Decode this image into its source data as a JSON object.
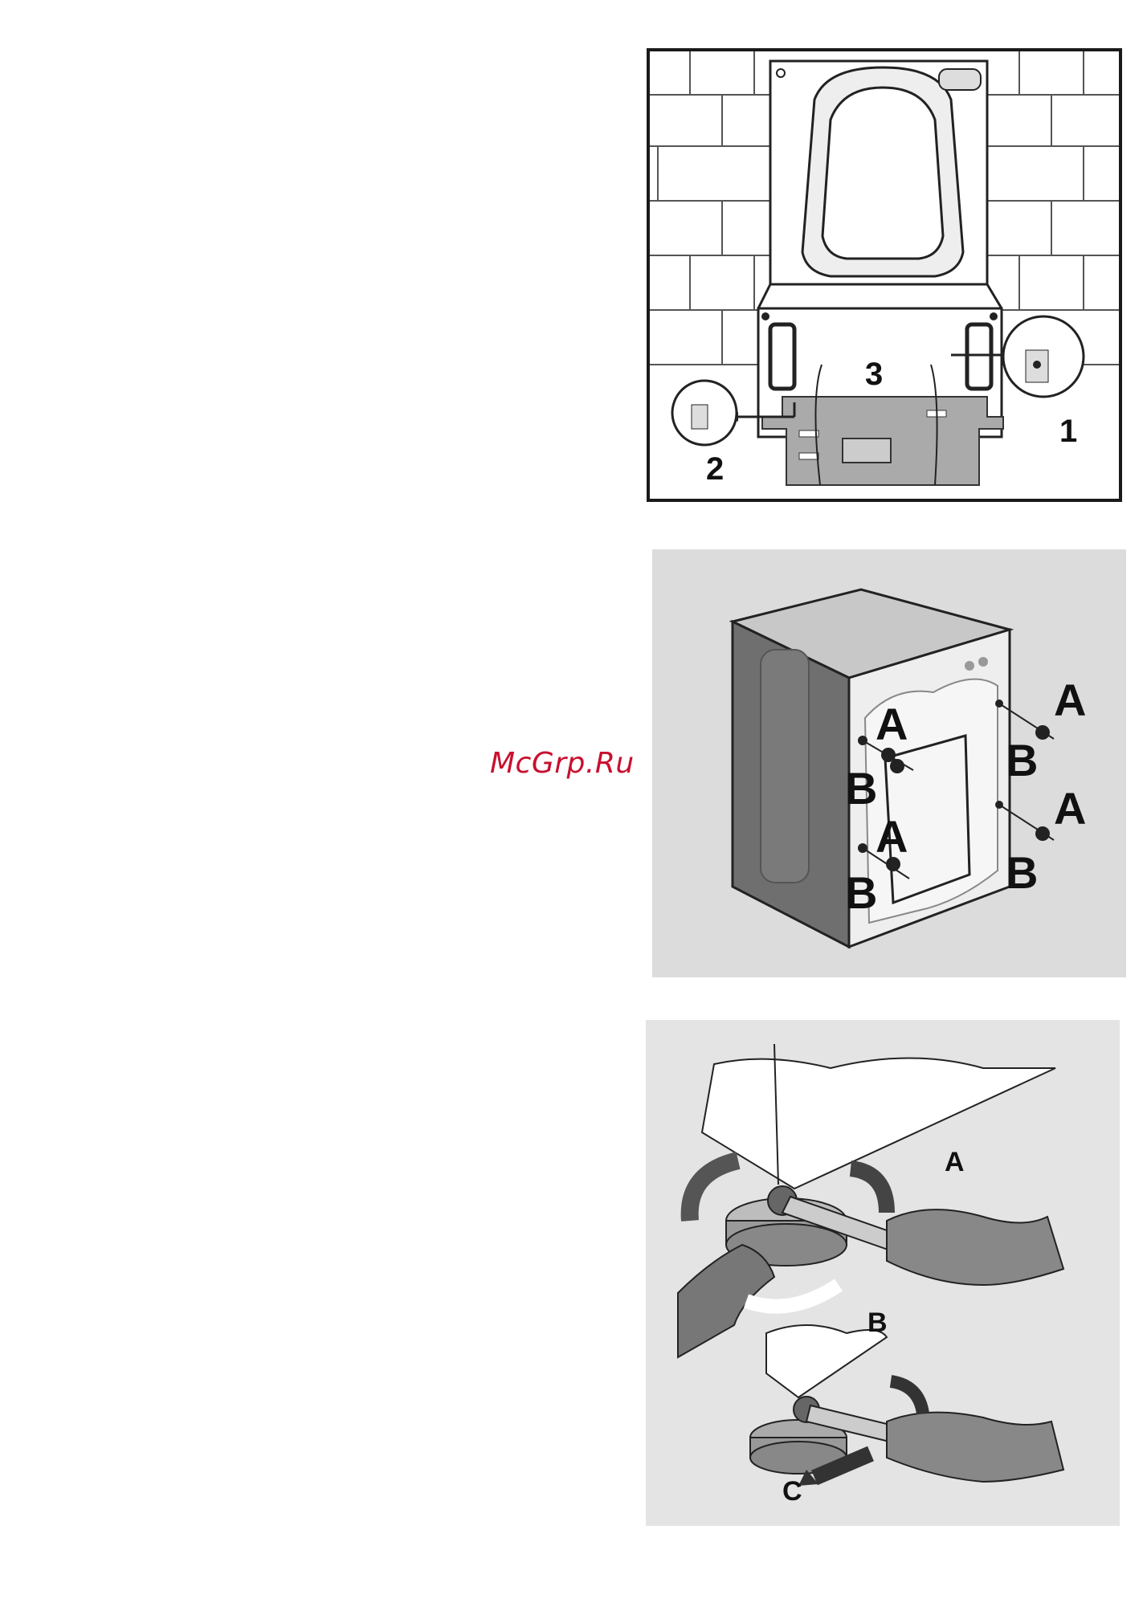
{
  "watermark": "McGrp.Ru",
  "figure1": {
    "labels": {
      "one": "1",
      "two": "2",
      "three": "3"
    }
  },
  "figure2": {
    "labels": {
      "a1": "A",
      "b1": "B",
      "a2": "A",
      "b2": "B",
      "a3": "A",
      "b3": "B",
      "a4": "A",
      "b4": "B"
    }
  },
  "figure3": {
    "labels": {
      "a": "A",
      "b": "B",
      "c": "C"
    }
  }
}
